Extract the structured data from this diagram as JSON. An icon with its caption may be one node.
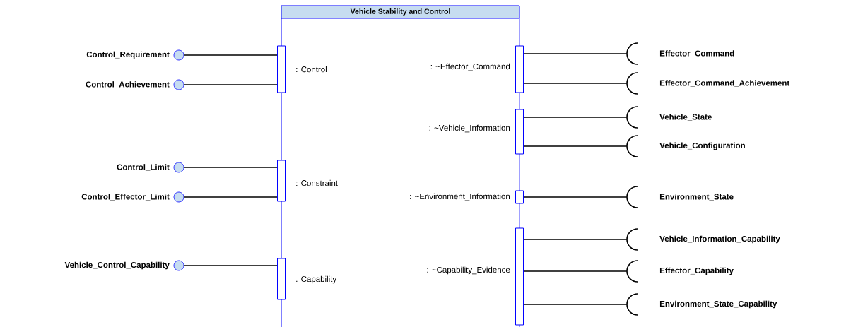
{
  "diagram": {
    "nodes": [
      {
        "text": [
          "Vehicle Stability and Control"
        ]
      },
      {
        "text": [],
        "shape": "box",
        "beside": [
          ": Control"
        ]
      },
      {
        "text": [],
        "shape": "box",
        "beside": [
          ": Constraint"
        ]
      },
      {
        "text": [],
        "shape": "box",
        "beside": [
          ": Capability"
        ]
      },
      {
        "text": [],
        "shape": "box",
        "beside": [
          ": ~Effector_Command"
        ]
      },
      {
        "text": [],
        "shape": "box",
        "beside": [
          ": ~Vehicle_Information"
        ]
      },
      {
        "text": [],
        "shape": "box",
        "beside": [
          ": ~Environment_Information"
        ]
      },
      {
        "text": [],
        "shape": "box",
        "beside": [
          ": ~Capability_Evidence"
        ]
      },
      {
        "text": [],
        "shape": "circle",
        "beside": [
          "Control_Requirement"
        ]
      },
      {
        "text": [],
        "shape": "circle",
        "beside": [
          "Control_Achievement"
        ]
      },
      {
        "text": [],
        "shape": "circle",
        "beside": [
          "Control_Limit"
        ]
      },
      {
        "text": [],
        "shape": "circle",
        "beside": [
          "Control_Effector_Limit"
        ]
      },
      {
        "text": [],
        "shape": "circle",
        "beside": [
          "Vehicle_Control_Capability"
        ]
      },
      {
        "text": [],
        "shape": "socket",
        "beside": [
          "Effector_Command"
        ]
      },
      {
        "text": [],
        "shape": "socket",
        "beside": [
          "Effector_Command_Achievement"
        ]
      },
      {
        "text": [],
        "shape": "socket",
        "beside": [
          "Vehicle_State"
        ]
      },
      {
        "text": [],
        "shape": "socket",
        "beside": [
          "Vehicle_Configuration"
        ]
      },
      {
        "text": [],
        "shape": "socket",
        "beside": [
          "Environment_State"
        ]
      },
      {
        "text": [],
        "shape": "socket",
        "beside": [
          "Vehicle_Information_Capability"
        ]
      },
      {
        "text": [],
        "shape": "socket",
        "beside": [
          "Effector_Capability"
        ]
      },
      {
        "text": [],
        "shape": "socket",
        "beside": [
          "Environment_State_Capability"
        ]
      }
    ],
    "edges": [
      {
        "from": 8,
        "to": 1,
        "arrow": "none"
      },
      {
        "from": 9,
        "to": 1,
        "arrow": "none"
      },
      {
        "from": 10,
        "to": 2,
        "arrow": "none"
      },
      {
        "from": 11,
        "to": 2,
        "arrow": "none"
      },
      {
        "from": 12,
        "to": 3,
        "arrow": "none"
      },
      {
        "from": 4,
        "to": 13,
        "arrow": "none"
      },
      {
        "from": 4,
        "to": 14,
        "arrow": "none"
      },
      {
        "from": 5,
        "to": 15,
        "arrow": "none"
      },
      {
        "from": 5,
        "to": 16,
        "arrow": "none"
      },
      {
        "from": 6,
        "to": 17,
        "arrow": "none"
      },
      {
        "from": 7,
        "to": 18,
        "arrow": "none"
      },
      {
        "from": 7,
        "to": 19,
        "arrow": "none"
      },
      {
        "from": 7,
        "to": 20,
        "arrow": "none"
      }
    ]
  }
}
